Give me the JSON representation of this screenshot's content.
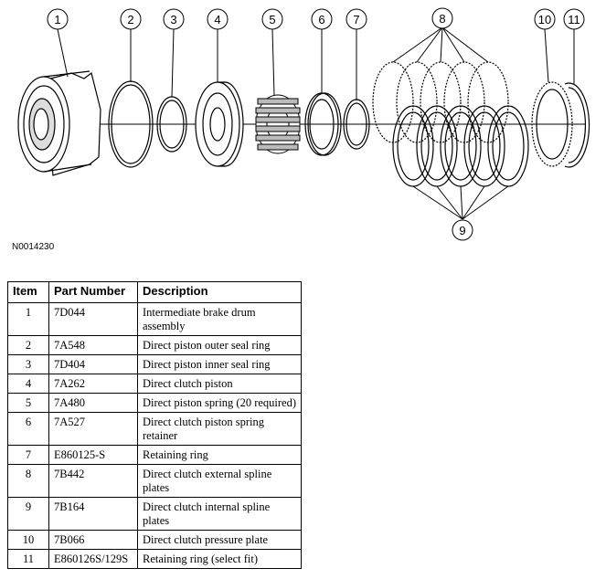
{
  "figure_id": "N0014230",
  "callouts": [
    {
      "label": "1"
    },
    {
      "label": "2"
    },
    {
      "label": "3"
    },
    {
      "label": "4"
    },
    {
      "label": "5"
    },
    {
      "label": "6"
    },
    {
      "label": "7"
    },
    {
      "label": "8"
    },
    {
      "label": "9"
    },
    {
      "label": "10"
    },
    {
      "label": "11"
    }
  ],
  "table": {
    "headers": [
      "Item",
      "Part Number",
      "Description"
    ],
    "rows": [
      {
        "item": "1",
        "part": "7D044",
        "desc": "Intermediate brake drum assembly"
      },
      {
        "item": "2",
        "part": "7A548",
        "desc": "Direct piston outer seal ring"
      },
      {
        "item": "3",
        "part": "7D404",
        "desc": "Direct piston inner seal ring"
      },
      {
        "item": "4",
        "part": "7A262",
        "desc": "Direct clutch piston"
      },
      {
        "item": "5",
        "part": "7A480",
        "desc": "Direct piston spring (20 required)"
      },
      {
        "item": "6",
        "part": "7A527",
        "desc": "Direct clutch piston spring retainer"
      },
      {
        "item": "7",
        "part": "E860125-S",
        "desc": "Retaining ring"
      },
      {
        "item": "8",
        "part": "7B442",
        "desc": "Direct clutch external spline plates"
      },
      {
        "item": "9",
        "part": "7B164",
        "desc": "Direct clutch internal spline plates"
      },
      {
        "item": "10",
        "part": "7B066",
        "desc": "Direct clutch pressure plate"
      },
      {
        "item": "11",
        "part": "E860126S/129S",
        "desc": "Retaining ring (select fit)"
      }
    ]
  }
}
